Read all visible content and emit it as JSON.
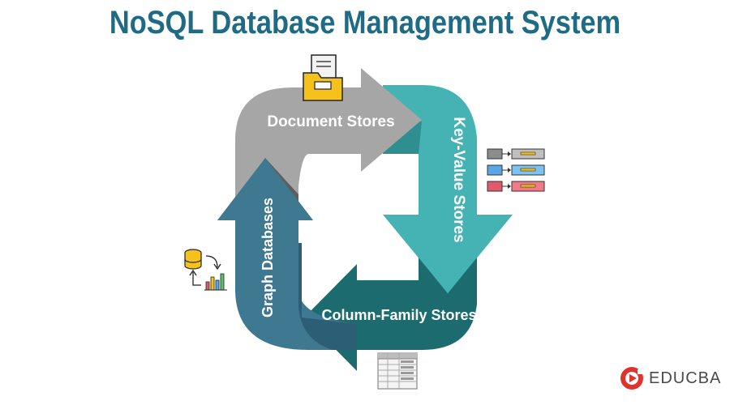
{
  "title": "NoSQL Database Management System",
  "stages": {
    "document": "Document Stores",
    "keyvalue": "Key-Value Stores",
    "column": "Column-Family Stores",
    "graph": "Graph Databases"
  },
  "brand": {
    "name": "EDUCBA"
  },
  "colors": {
    "title": "#1f6b85",
    "document": "#a6a6a6",
    "keyvalue": "#45b2b3",
    "column": "#1c6b6e",
    "graph": "#3f7891",
    "logo": "#e0332b"
  }
}
